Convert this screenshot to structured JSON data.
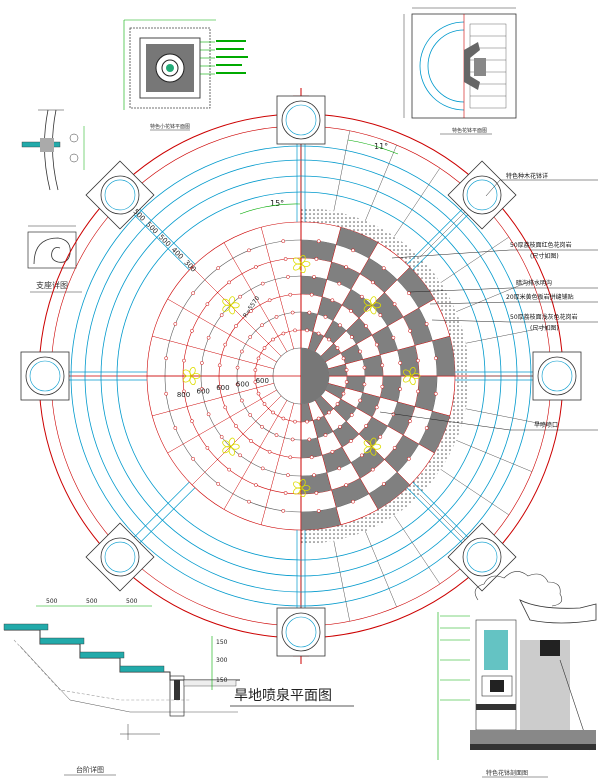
{
  "title": "旱地喷泉平面图",
  "callouts": {
    "planter": "特色种木花钵详",
    "stone_red": "50厚荔枝面红色花岗岩",
    "stone_red_sub": "(尺寸如图)",
    "drain": "暗沟排水明沟",
    "gravel": "20厚米黄色板岩拼缝铺贴",
    "stone_grey": "50厚荔枝面浅灰色花岗岩",
    "stone_grey_sub": "(尺寸如图)",
    "nozzle": "旱喷喷口"
  },
  "dims": {
    "radial": [
      "600",
      "600",
      "600",
      "600",
      "800"
    ],
    "diagonal": [
      "500",
      "500",
      "500",
      "400",
      "300"
    ],
    "angle_15": "15°",
    "angle_11": "11°",
    "radius_note": "R=5570"
  },
  "details": {
    "top_left_caption": "特色小花钵平面图",
    "top_right_caption": "特色花钵平面图",
    "support_caption": "支座详图",
    "step_caption": "台阶详图",
    "section_caption": "特色花钵剖面图",
    "step_dims": [
      "500",
      "500",
      "500"
    ],
    "step_heights": [
      "150",
      "300",
      "150"
    ]
  }
}
